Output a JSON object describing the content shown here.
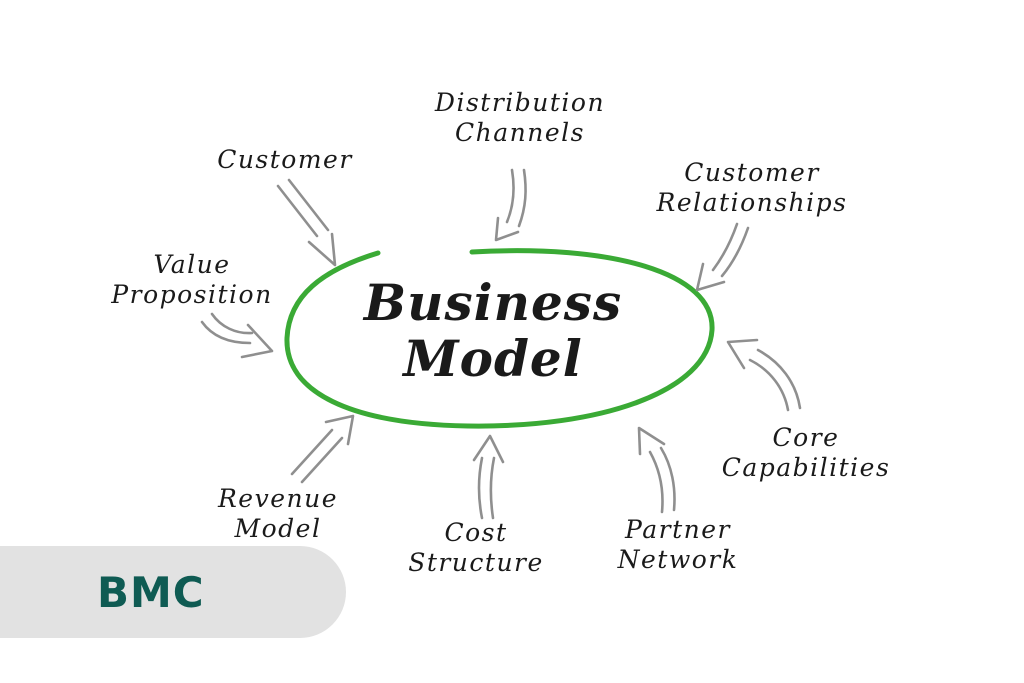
{
  "diagram": {
    "center_lines": [
      "Business",
      "Model"
    ],
    "labels": {
      "distribution_channels": [
        "Distribution",
        "Channels"
      ],
      "customer": [
        "Customer"
      ],
      "customer_relationships": [
        "Customer",
        "Relationships"
      ],
      "value_proposition": [
        "Value",
        "Proposition"
      ],
      "core_capabilities": [
        "Core",
        "Capabilities"
      ],
      "revenue_model": [
        "Revenue",
        "Model"
      ],
      "cost_structure": [
        "Cost",
        "Structure"
      ],
      "partner_network": [
        "Partner",
        "Network"
      ]
    },
    "colors": {
      "ellipse": "#3aaa35",
      "arrow_stroke": "#8f8f8f",
      "text": "#1a1a1a"
    }
  },
  "badge": {
    "text": "BMC",
    "color": "#0f5b53",
    "background": "#e2e2e2"
  }
}
